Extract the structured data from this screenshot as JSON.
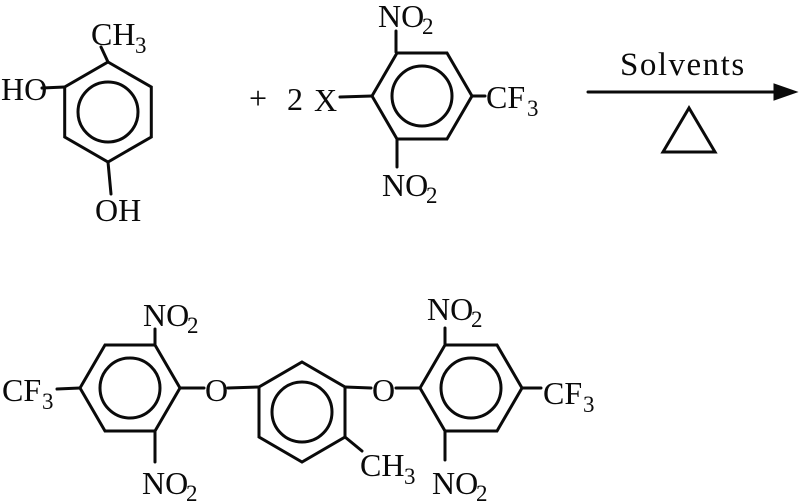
{
  "scheme": {
    "reactant1": {
      "ch3": {
        "main": "CH",
        "sub": "3"
      },
      "ho": "HO",
      "oh": "OH"
    },
    "operators": {
      "plus": "+",
      "coefficient": "2",
      "halide": "X"
    },
    "reactant2": {
      "no2_top": {
        "main": "NO",
        "sub": "2"
      },
      "no2_bottom": {
        "main": "NO",
        "sub": "2"
      },
      "cf3": {
        "main": "CF",
        "sub": "3"
      }
    },
    "arrow": {
      "label": "Solvents",
      "heat_icon": "heat-triangle-icon"
    },
    "product": {
      "cf3_left": {
        "main": "CF",
        "sub": "3"
      },
      "no2_top_left": {
        "main": "NO",
        "sub": "2"
      },
      "no2_bottom_left": {
        "main": "NO",
        "sub": "2"
      },
      "o_left": "O",
      "ch3": {
        "main": "CH",
        "sub": "3"
      },
      "o_right": "O",
      "no2_top_right": {
        "main": "NO",
        "sub": "2"
      },
      "no2_bottom_right": {
        "main": "NO",
        "sub": "2"
      },
      "cf3_right": {
        "main": "CF",
        "sub": "3"
      }
    }
  }
}
